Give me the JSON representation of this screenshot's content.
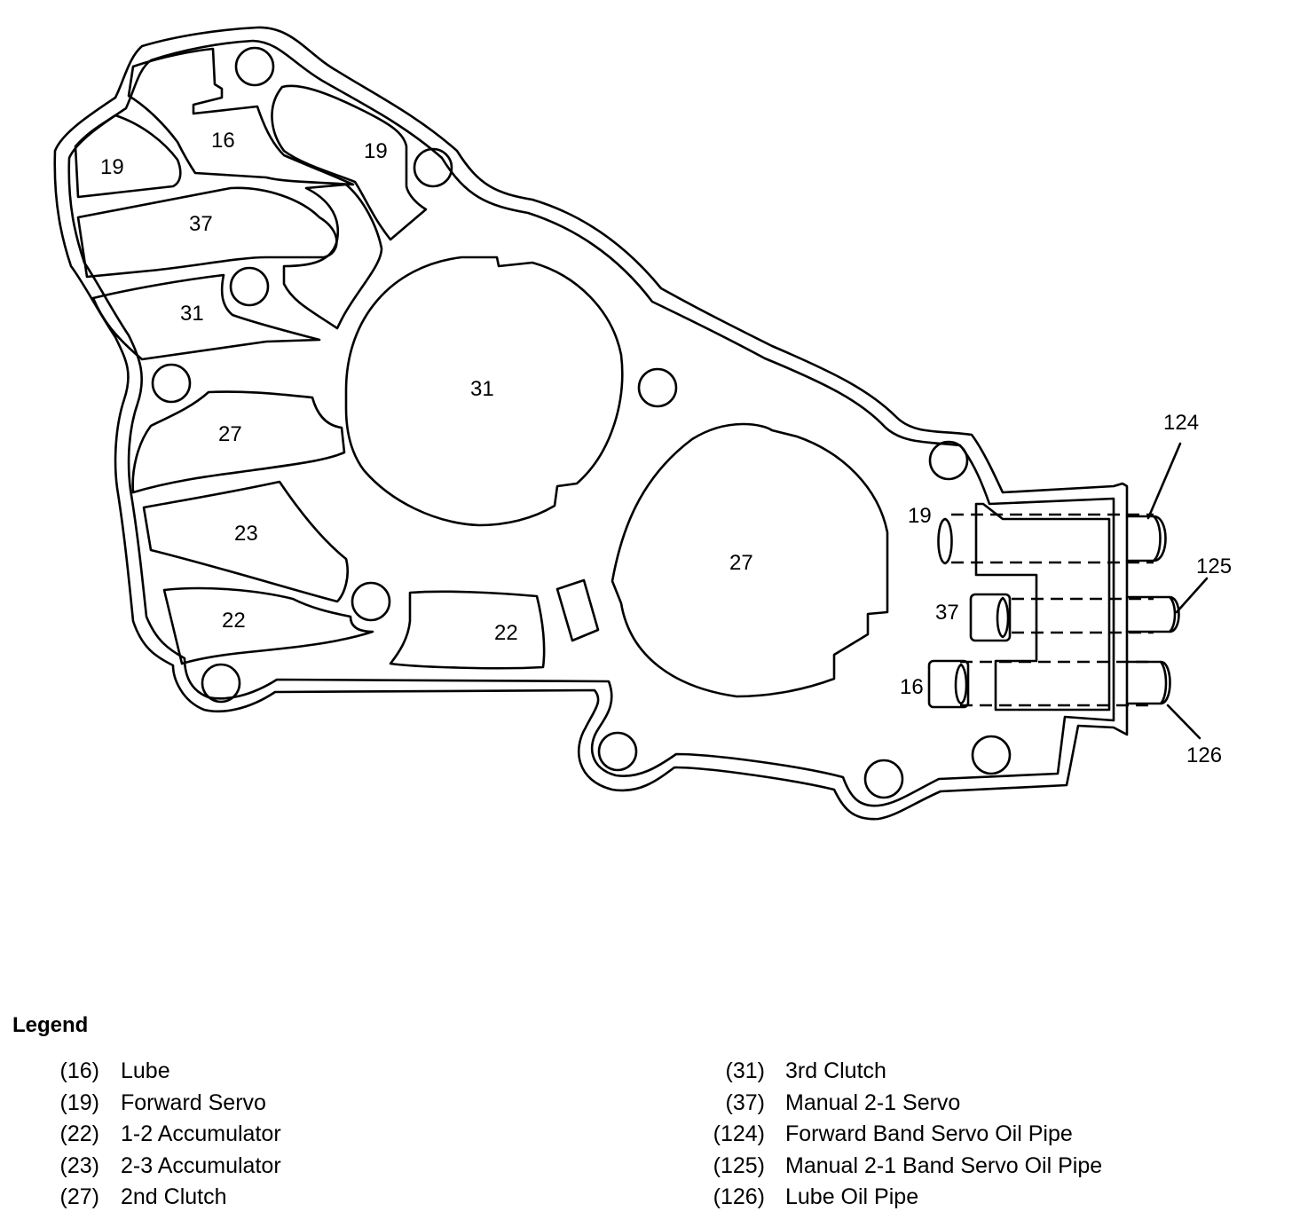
{
  "diagram": {
    "labels": {
      "l19_top_left": "19",
      "l16_top": "16",
      "l19_top_mid": "19",
      "l37_left": "37",
      "l31_small": "31",
      "l31_big": "31",
      "l27_left": "27",
      "l23": "23",
      "l22_left": "22",
      "l22_bottom": "22",
      "l27_big": "27",
      "l19_pipe": "19",
      "l37_pipe": "37",
      "l16_pipe": "16",
      "callout_124": "124",
      "callout_125": "125",
      "callout_126": "126"
    }
  },
  "legend": {
    "title": "Legend",
    "left": [
      {
        "num": "(16)",
        "text": "Lube"
      },
      {
        "num": "(19)",
        "text": "Forward Servo"
      },
      {
        "num": "(22)",
        "text": "1-2 Accumulator"
      },
      {
        "num": "(23)",
        "text": "2-3 Accumulator"
      },
      {
        "num": "(27)",
        "text": "2nd Clutch"
      }
    ],
    "right": [
      {
        "num": "(31)",
        "text": "3rd Clutch"
      },
      {
        "num": "(37)",
        "text": "Manual 2-1 Servo"
      },
      {
        "num": "(124)",
        "text": "Forward Band Servo Oil Pipe"
      },
      {
        "num": "(125)",
        "text": "Manual 2-1 Band Servo Oil Pipe"
      },
      {
        "num": "(126)",
        "text": "Lube Oil Pipe"
      }
    ]
  }
}
